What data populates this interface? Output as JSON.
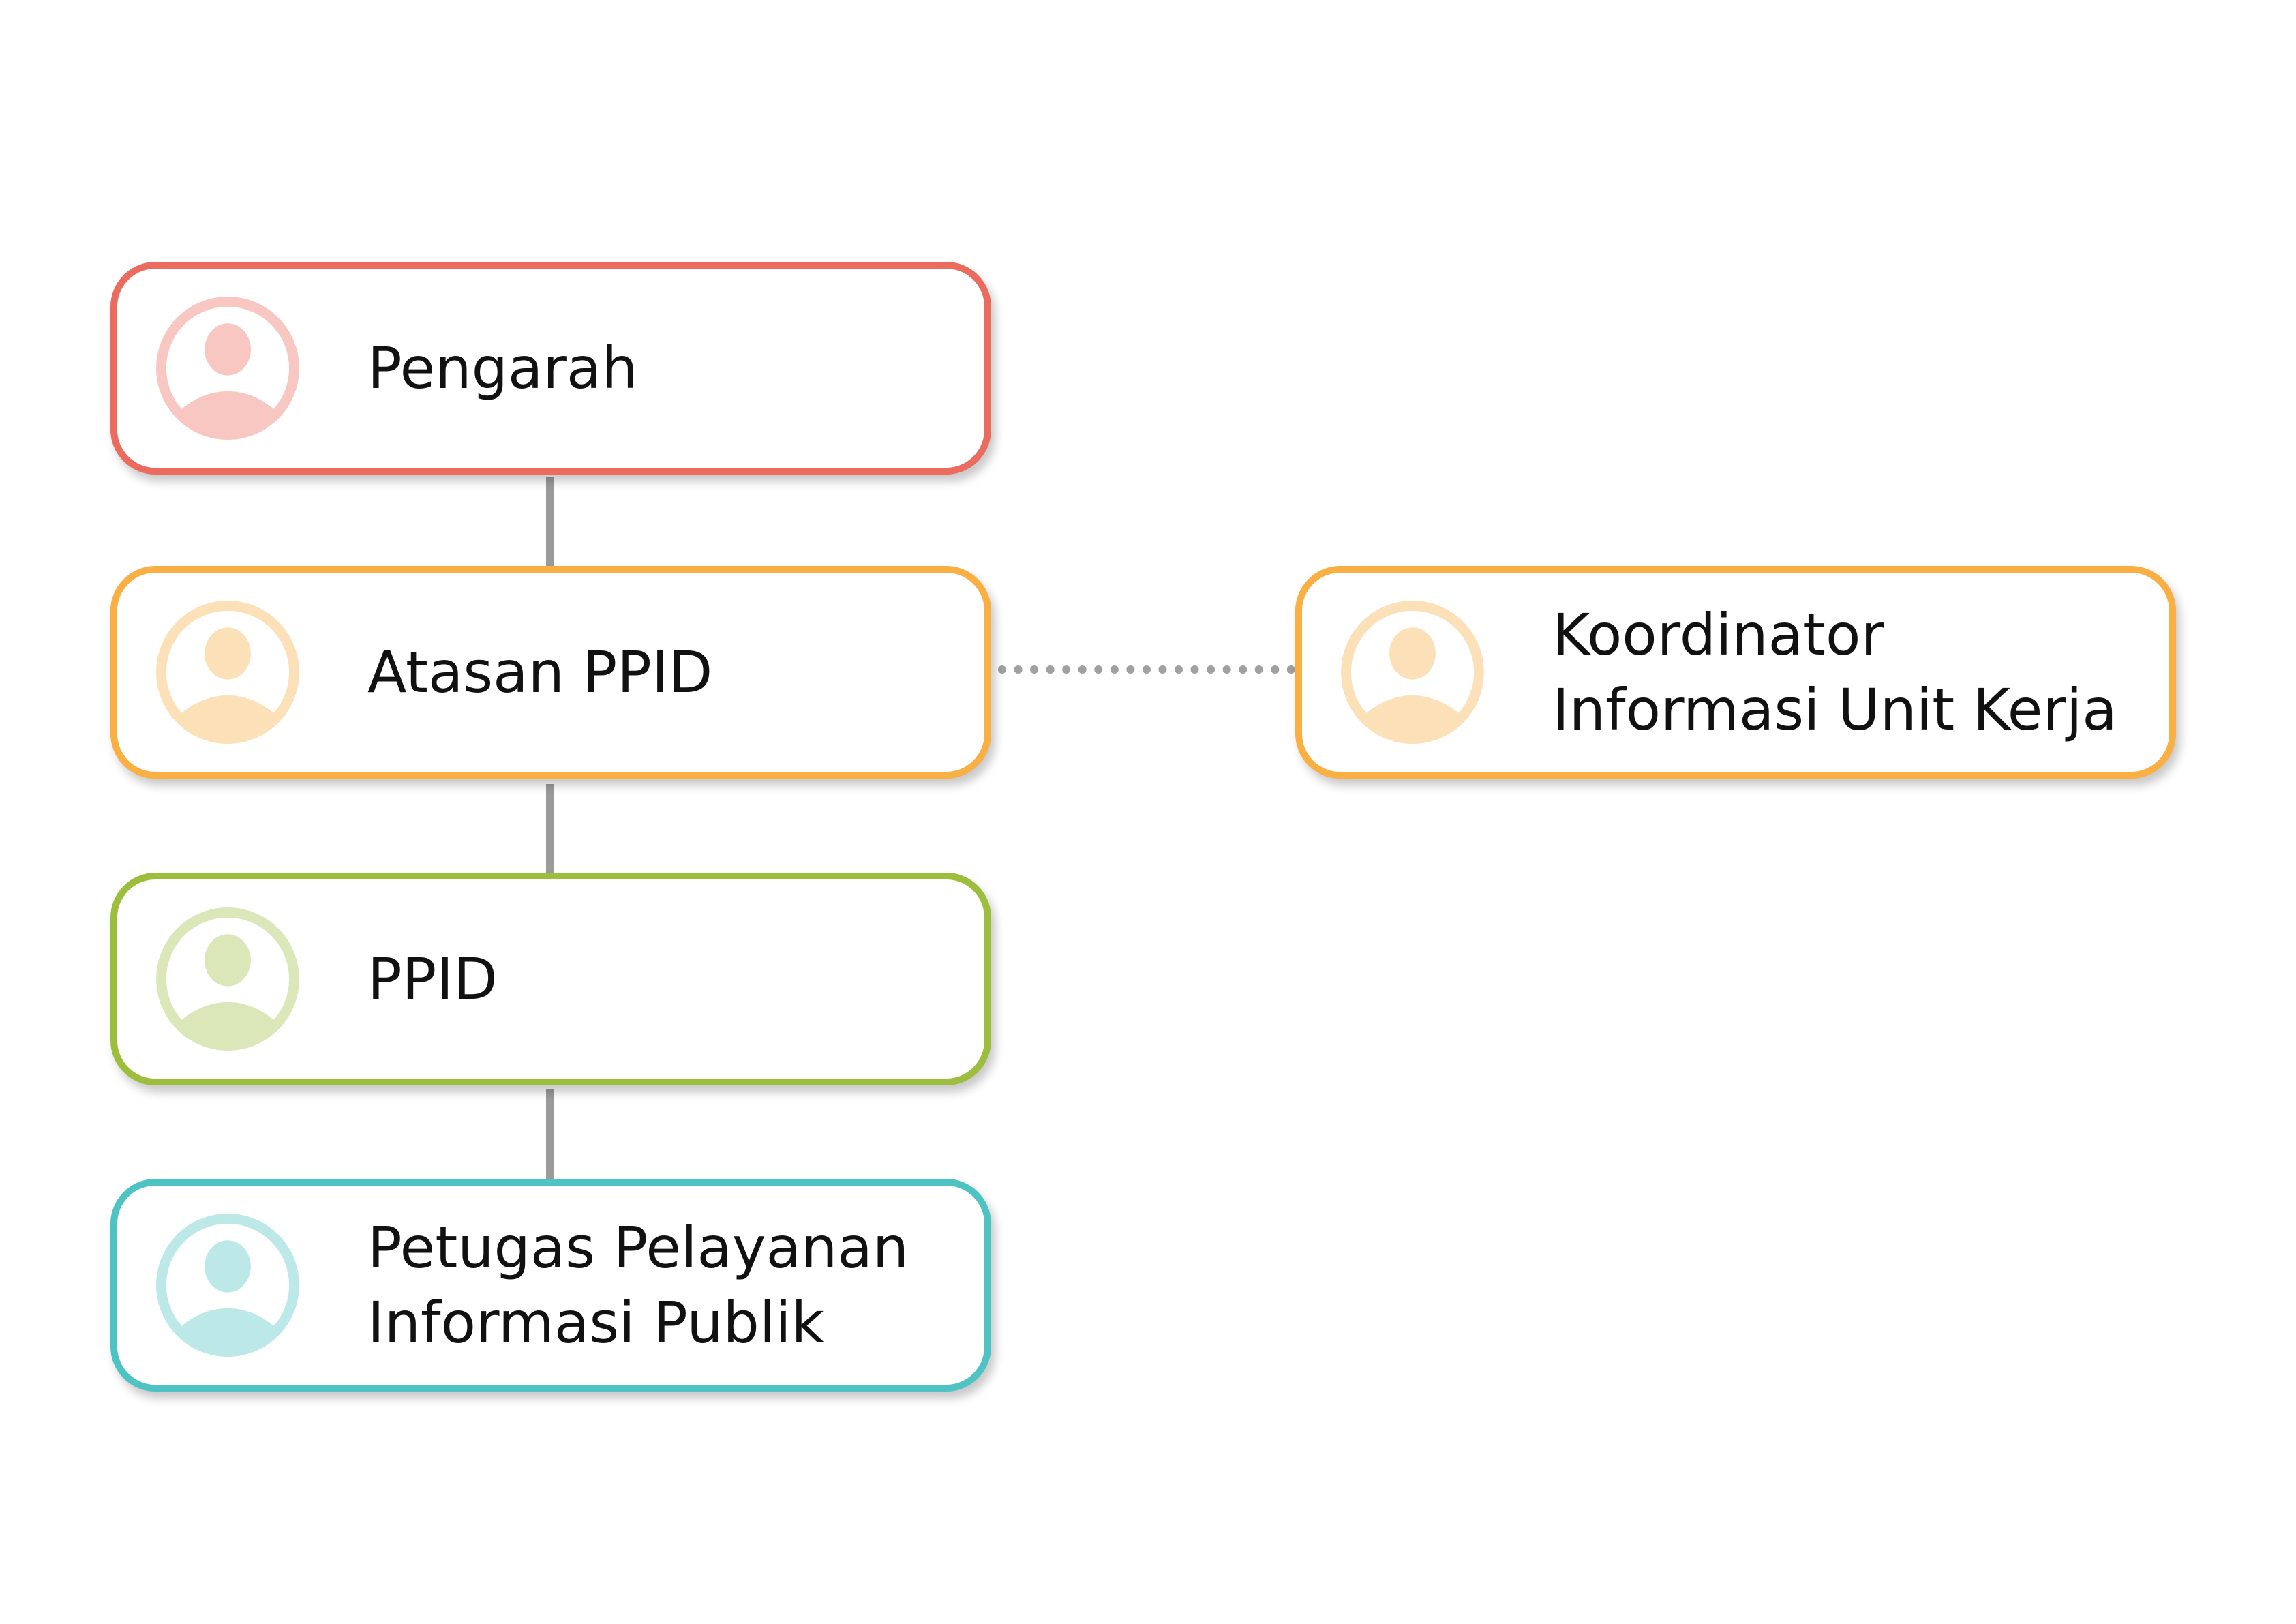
{
  "nodes": [
    {
      "label": "Pengarah",
      "border": "#EB6B5E",
      "avatar": "#F8C7C1",
      "icon": "user-avatar-icon"
    },
    {
      "label": "Atasan PPID",
      "border": "#F9AF42",
      "avatar": "#FCE0B8",
      "icon": "user-avatar-icon"
    },
    {
      "label": "PPID",
      "border": "#9DBE3C",
      "avatar": "#DCE7B9",
      "icon": "user-avatar-icon"
    },
    {
      "label": "Petugas Pelayanan\nInformasi Publik",
      "border": "#4EC3C3",
      "avatar": "#BDE8E8",
      "icon": "user-avatar-icon"
    },
    {
      "label": "Koordinator\nInformasi Unit Kerja",
      "border": "#F9AF42",
      "avatar": "#FCE0B8",
      "icon": "user-avatar-icon"
    }
  ],
  "connectors": {
    "solid": "#9B9B9B",
    "dotted": "#A0A0A0"
  }
}
